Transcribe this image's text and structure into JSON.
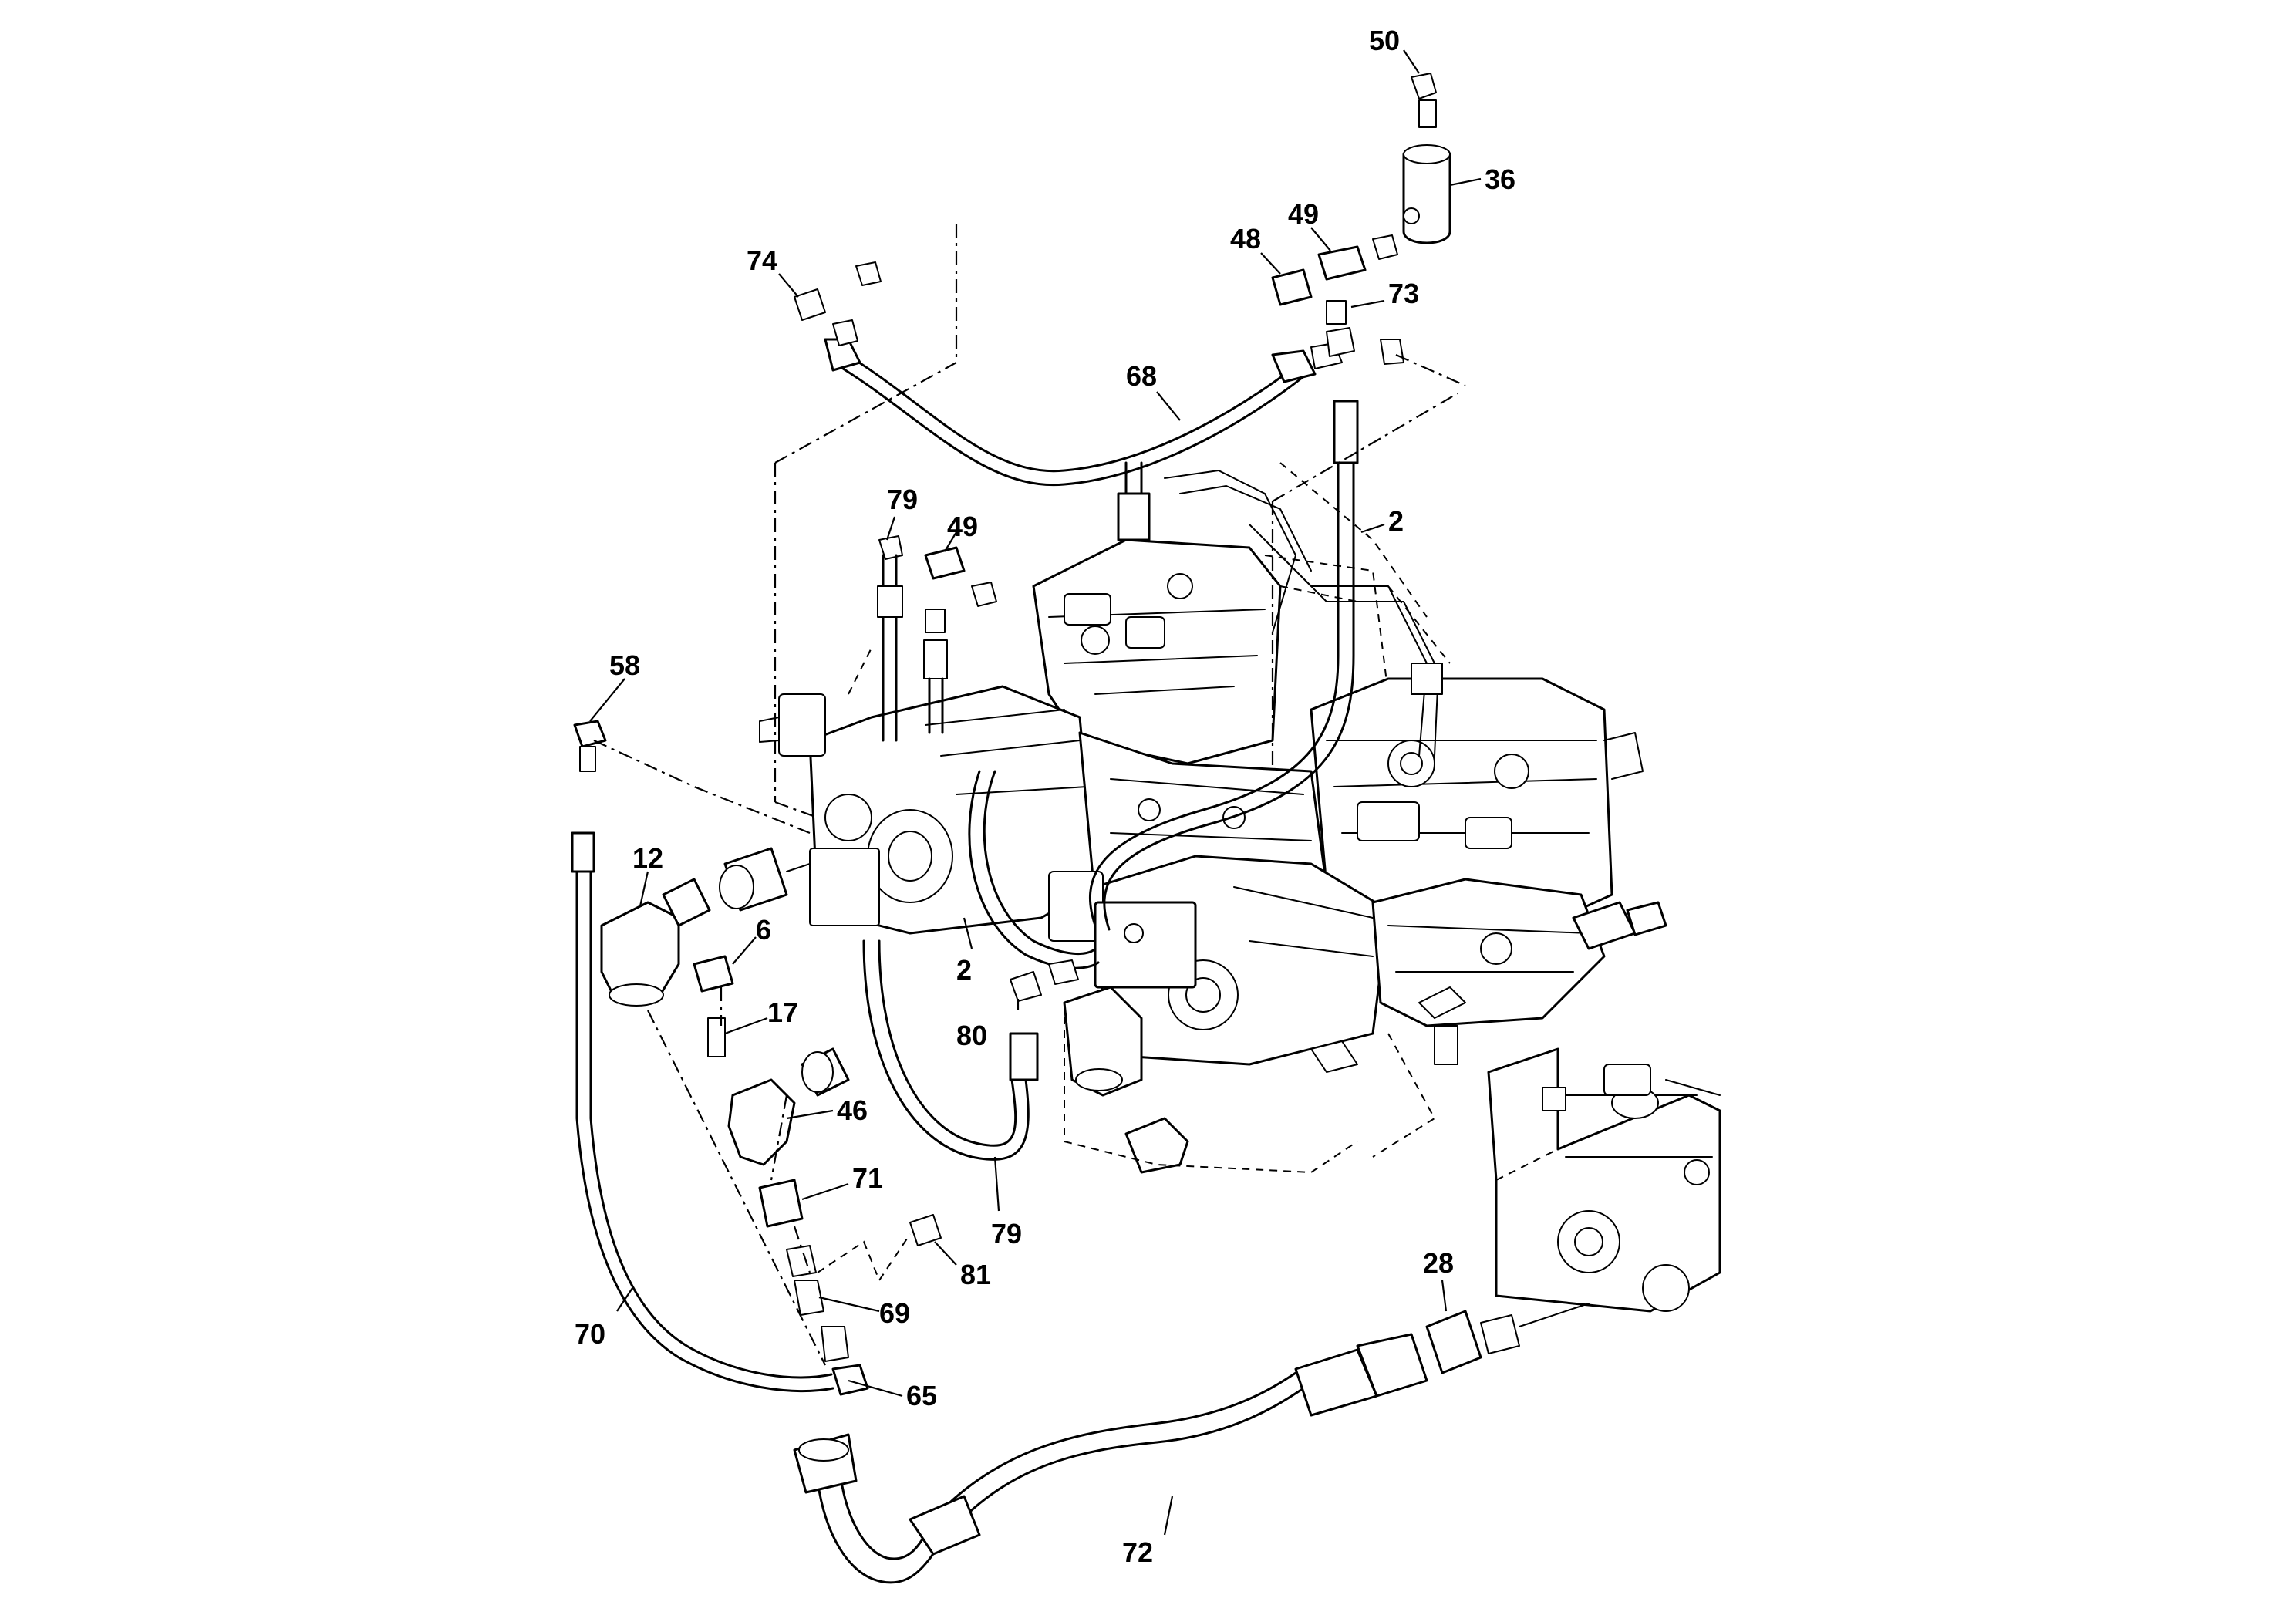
{
  "diagram": {
    "callouts": [
      {
        "id": "c50",
        "text": "50"
      },
      {
        "id": "c36",
        "text": "36"
      },
      {
        "id": "c49a",
        "text": "49"
      },
      {
        "id": "c48",
        "text": "48"
      },
      {
        "id": "c73",
        "text": "73"
      },
      {
        "id": "c74",
        "text": "74"
      },
      {
        "id": "c68",
        "text": "68"
      },
      {
        "id": "c2a",
        "text": "2"
      },
      {
        "id": "c79a",
        "text": "79"
      },
      {
        "id": "c49b",
        "text": "49"
      },
      {
        "id": "c58",
        "text": "58"
      },
      {
        "id": "c12",
        "text": "12"
      },
      {
        "id": "c6",
        "text": "6"
      },
      {
        "id": "c2b",
        "text": "2"
      },
      {
        "id": "c17",
        "text": "17"
      },
      {
        "id": "c80",
        "text": "80"
      },
      {
        "id": "c46",
        "text": "46"
      },
      {
        "id": "c71",
        "text": "71"
      },
      {
        "id": "c79b",
        "text": "79"
      },
      {
        "id": "c81",
        "text": "81"
      },
      {
        "id": "c69",
        "text": "69"
      },
      {
        "id": "c28",
        "text": "28"
      },
      {
        "id": "c70",
        "text": "70"
      },
      {
        "id": "c65",
        "text": "65"
      },
      {
        "id": "c72",
        "text": "72"
      }
    ]
  }
}
